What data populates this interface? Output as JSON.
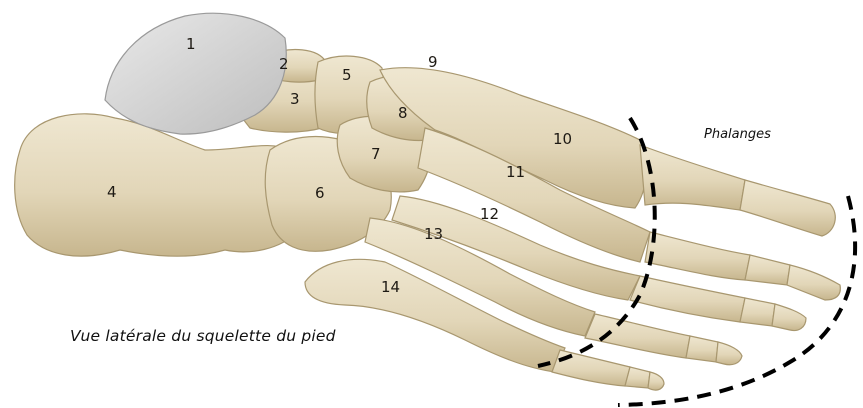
{
  "caption": "Vue latérale du squelette du pied",
  "region_label": "Phalanges",
  "bone_labels": [
    "1",
    "2",
    "3",
    "4",
    "5",
    "6",
    "7",
    "8",
    "9",
    "10",
    "11",
    "12",
    "13",
    "14"
  ],
  "colors": {
    "bone_fill": "#e6dcc1",
    "bone_shade": "#c9b994",
    "bone_outline": "#a8976f",
    "talus_cartilage": "#cfcfcf",
    "dashed_line": "#000000",
    "background": "#ffffff"
  }
}
